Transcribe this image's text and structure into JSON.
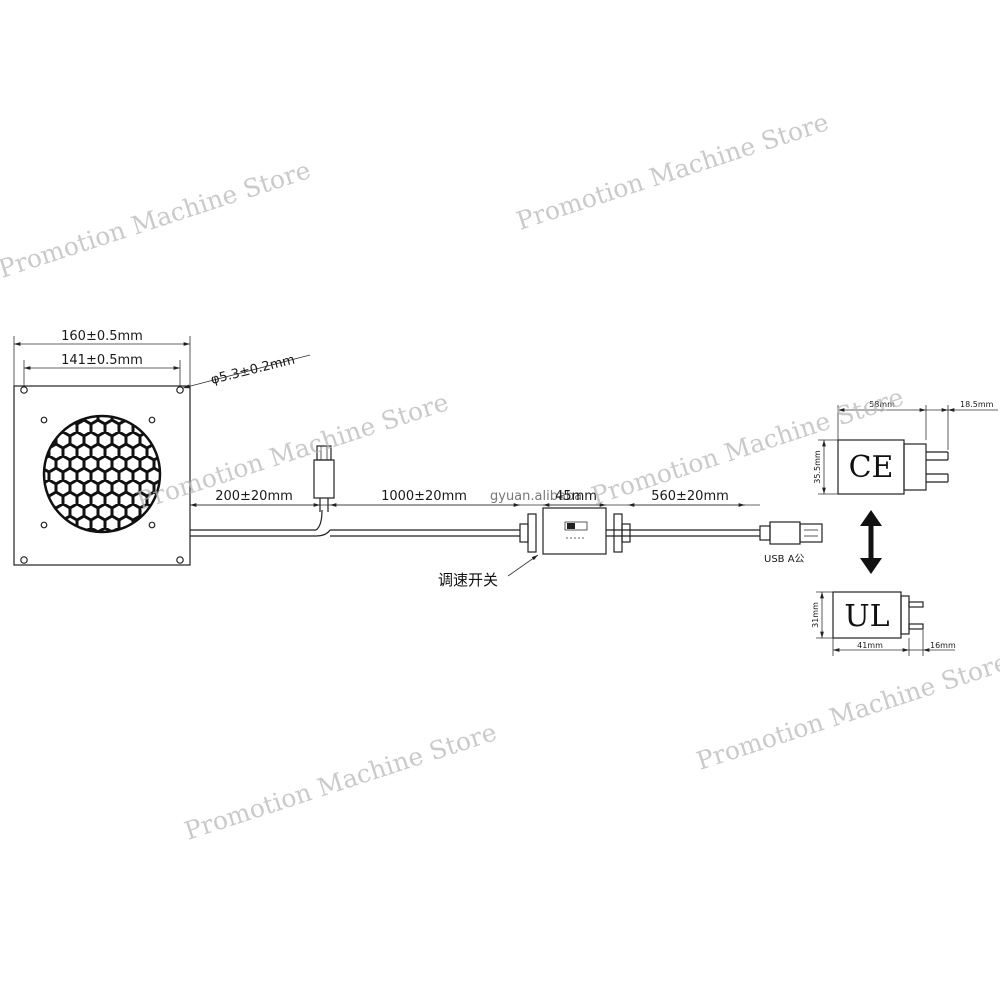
{
  "fan_drawing": {
    "outer_width": "160±0.5mm",
    "hole_spacing": "141±0.5mm",
    "hole_diameter": "φ5.3±0.2mm"
  },
  "cable": {
    "segment_fan_to_split": "200±20mm",
    "segment_split_to_switch": "1000±20mm",
    "switch_length": "45mm",
    "segment_switch_to_usb": "560±20mm",
    "switch_label": "调速开关",
    "usb_label": "USB A公",
    "overlay_text": "gyuan.alibaba"
  },
  "adapters": {
    "ce": {
      "label": "CE",
      "width": "58mm",
      "pin_length": "18.5mm",
      "height": "35.5mm"
    },
    "ul": {
      "label": "UL",
      "width": "41mm",
      "pin_length": "16mm",
      "height": "31mm"
    }
  },
  "watermark": "Promotion Machine Store"
}
